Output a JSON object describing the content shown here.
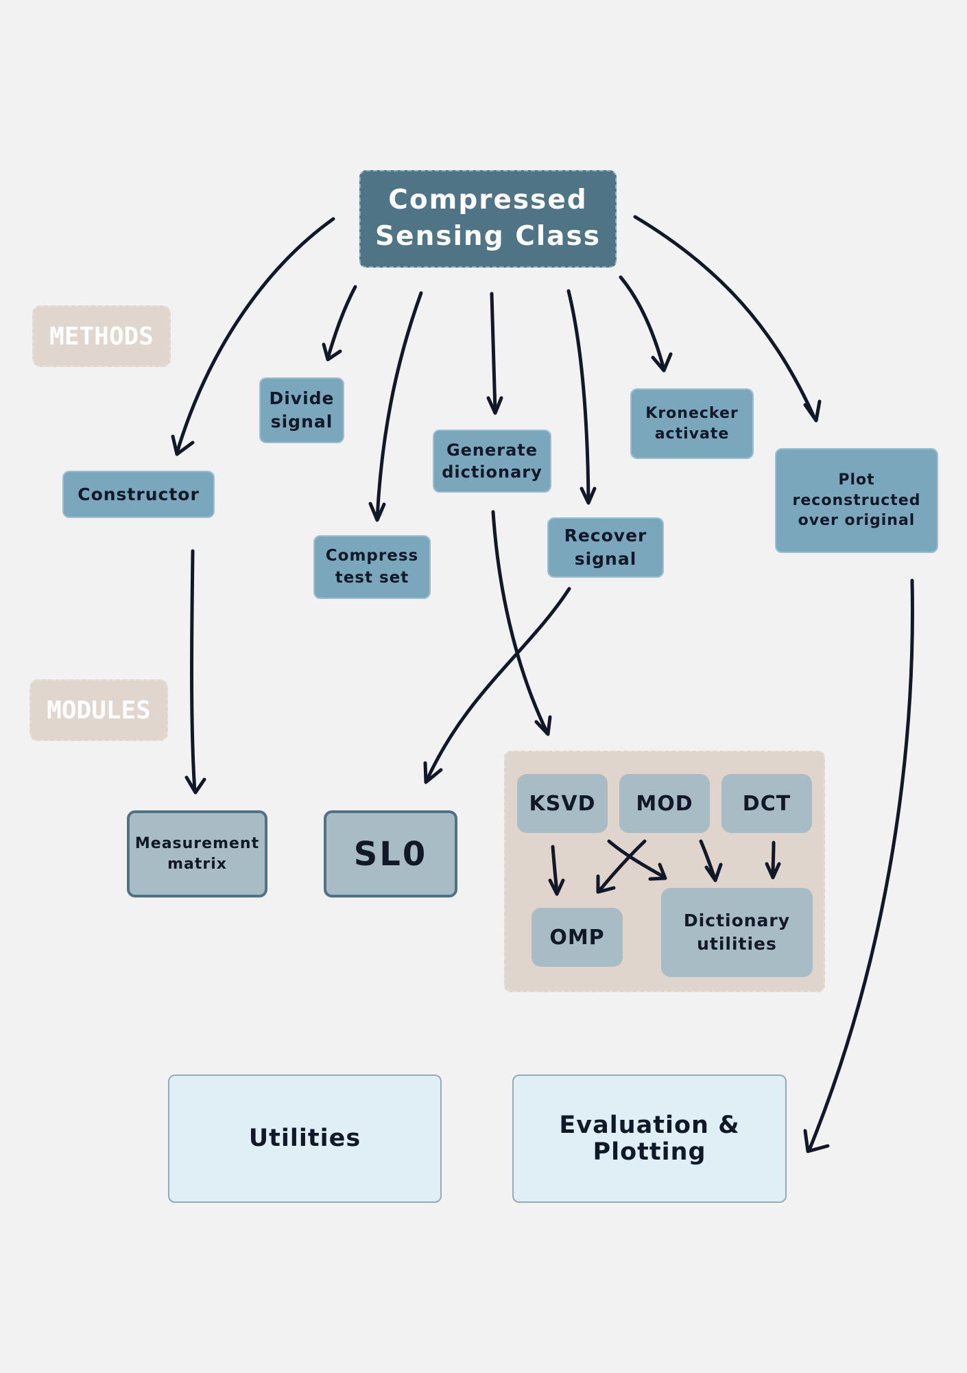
{
  "diagram": {
    "root": "Compressed\nSensing Class",
    "tags": {
      "methods": "METHODS",
      "modules": "MODULES"
    },
    "methods": {
      "constructor": "Constructor",
      "divide_signal": "Divide\nsignal",
      "compress_test_set": "Compress\ntest set",
      "generate_dictionary": "Generate\ndictionary",
      "recover_signal": "Recover\nsignal",
      "kronecker_activate": "Kronecker\nactivate",
      "plot_reconstructed": "Plot\nreconstructed\nover original"
    },
    "modules": {
      "measurement_matrix": "Measurement\nmatrix",
      "slo": "SL0",
      "ksvd": "KSVD",
      "mod": "MOD",
      "dct": "DCT",
      "omp": "OMP",
      "dictionary_utilities": "Dictionary\nutilities"
    },
    "bottom": {
      "utilities": "Utilities",
      "evaluation_plotting": "Evaluation &\nPlotting"
    },
    "colors": {
      "background": "#f2f2f2",
      "root": "#4e7485",
      "method": "#7ba7bc",
      "module": "#a8bcc5",
      "tag": "#e0d6cd",
      "light": "#e0eef5",
      "arrow": "#111827"
    }
  }
}
